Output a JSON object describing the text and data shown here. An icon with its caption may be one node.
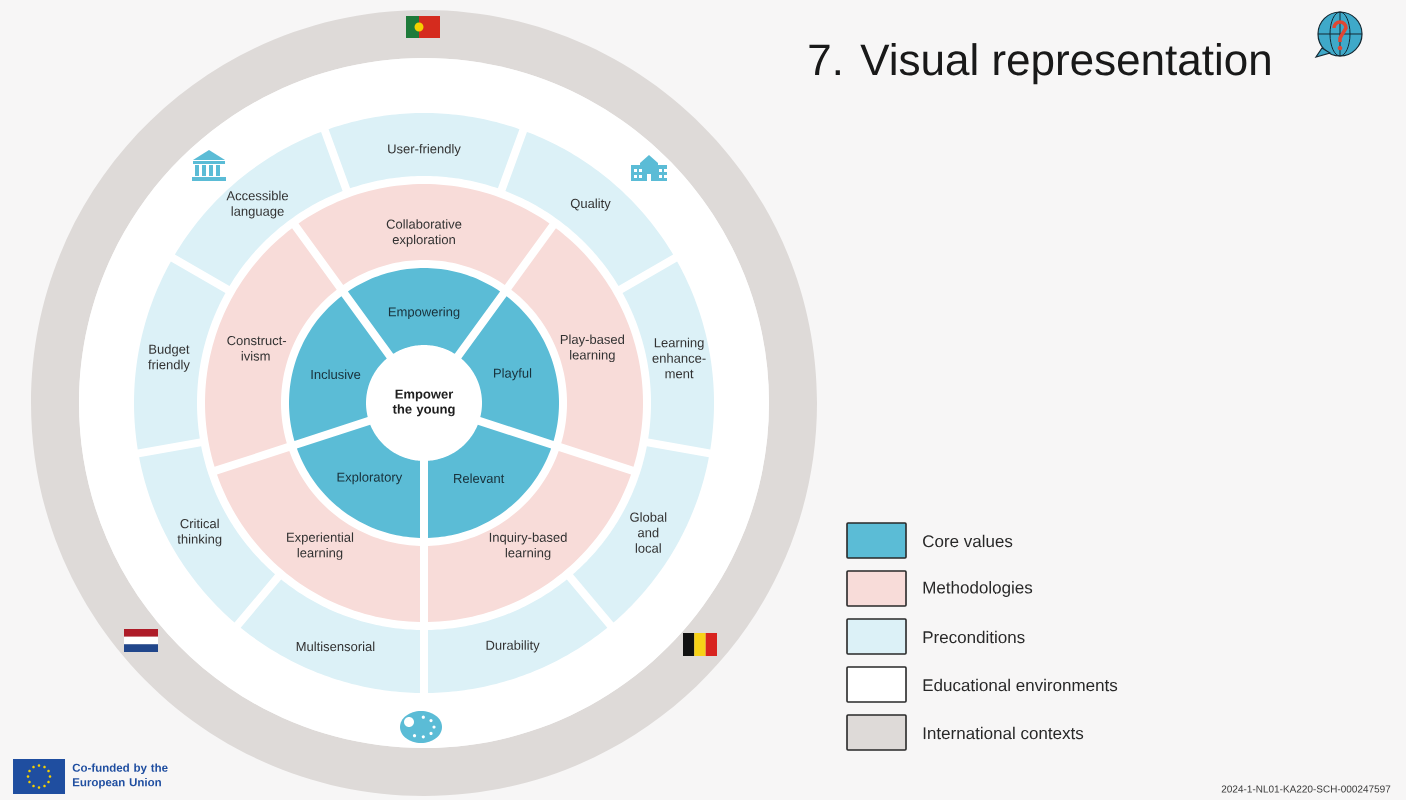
{
  "diagram": {
    "title": "7. Visual representation",
    "nodes": [
      {
        "text": [
          "User-friendly"
        ]
      },
      {
        "text": [
          "Accessible language"
        ]
      },
      {
        "text": [
          "Collaborative exploration"
        ]
      },
      {
        "text": [
          "Quality"
        ]
      },
      {
        "text": [
          "Empowering"
        ]
      },
      {
        "text": [
          "Budget friendly"
        ]
      },
      {
        "text": [
          "Construct-ivism"
        ]
      },
      {
        "text": [
          "Inclusive"
        ]
      },
      {
        "text": [
          "Empower the young"
        ]
      },
      {
        "text": [
          "Playful"
        ]
      },
      {
        "text": [
          "Play-based learning"
        ]
      },
      {
        "text": [
          "Learning enhance-ment"
        ]
      },
      {
        "text": [
          "Exploratory"
        ]
      },
      {
        "text": [
          "Relevant"
        ]
      },
      {
        "text": [
          "Global and local"
        ]
      },
      {
        "text": [
          "Critical thinking"
        ]
      },
      {
        "text": [
          "Experiential learning"
        ]
      },
      {
        "text": [
          "Inquiry-based learning"
        ]
      },
      {
        "text": [
          "Multisensorial"
        ]
      },
      {
        "text": [
          "Durability"
        ]
      }
    ],
    "labels": [
      "Co-funded by the European Union",
      "2024-1-NL01-KA220-SCH-000247597"
    ],
    "legend": [
      {
        "text": "Core values",
        "color": "#5bbcd6"
      },
      {
        "text": "Methodologies",
        "color": "#f8dcd9"
      },
      {
        "text": "Preconditions",
        "color": "#dcf1f7"
      },
      {
        "text": "Educational environments",
        "color": "#ffffff"
      },
      {
        "text": "International contexts",
        "color": "#dedad8"
      }
    ]
  }
}
